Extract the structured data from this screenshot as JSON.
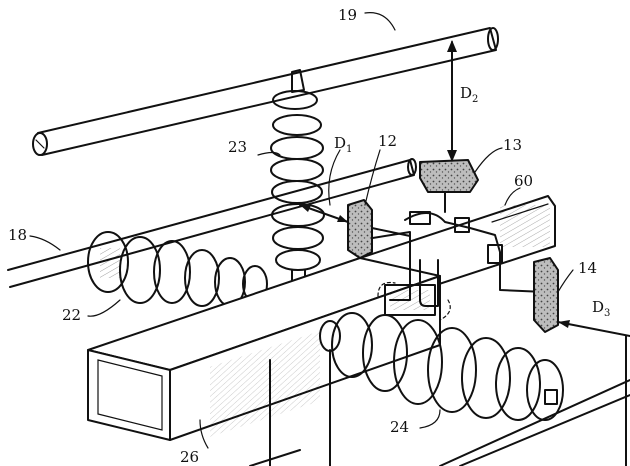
{
  "labels": {
    "l19": "19",
    "l23": "23",
    "l12": "12",
    "l13": "13",
    "l60": "60",
    "l18": "18",
    "l14": "14",
    "l22": "22",
    "l24": "24",
    "l26": "26",
    "d1": "D",
    "d1_sub": "1",
    "d2": "D",
    "d2_sub": "2",
    "d3": "D",
    "d3_sub": "3"
  },
  "colors": {
    "ink": "#111111",
    "paper": "#ffffff",
    "pad": "#8a8a8a"
  }
}
